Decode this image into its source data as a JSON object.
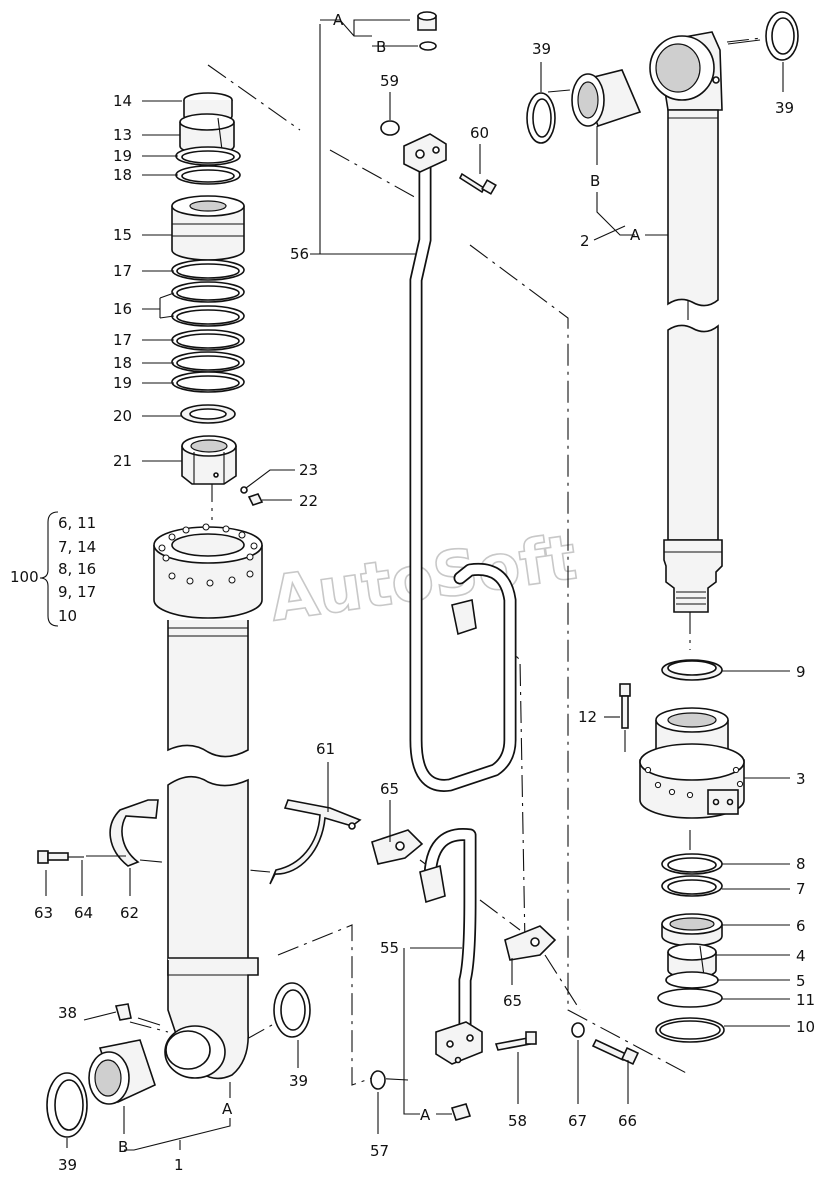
{
  "watermark": "AutoSoft",
  "group_100": {
    "number": "100",
    "items": [
      "6, 11",
      "7, 14",
      "8, 16",
      "9, 17",
      "10"
    ]
  },
  "callouts": {
    "c1": "1",
    "c2": "2",
    "c3": "3",
    "c4": "4",
    "c5": "5",
    "c6": "6",
    "c7": "7",
    "c8": "8",
    "c9": "9",
    "c10": "10",
    "c11": "11",
    "c12": "12",
    "c13": "13",
    "c14": "14",
    "c15": "15",
    "c16": "16",
    "c17a": "17",
    "c17b": "17",
    "c18a": "18",
    "c18b": "18",
    "c19a": "19",
    "c19b": "19",
    "c20": "20",
    "c21": "21",
    "c22": "22",
    "c23": "23",
    "c38": "38",
    "c39a": "39",
    "c39b": "39",
    "c39c": "39",
    "c39d": "39",
    "c55": "55",
    "c56": "56",
    "c57": "57",
    "c58": "58",
    "c59": "59",
    "c60": "60",
    "c61": "61",
    "c62": "62",
    "c63": "63",
    "c64": "64",
    "c65a": "65",
    "c65b": "65",
    "c66": "66",
    "c67": "67"
  },
  "letters": {
    "a_top": "A",
    "b_top": "B",
    "a_rod": "A",
    "b_rod": "B",
    "a_bottom": "A",
    "b_bottom": "B",
    "a_pipe": "A"
  }
}
